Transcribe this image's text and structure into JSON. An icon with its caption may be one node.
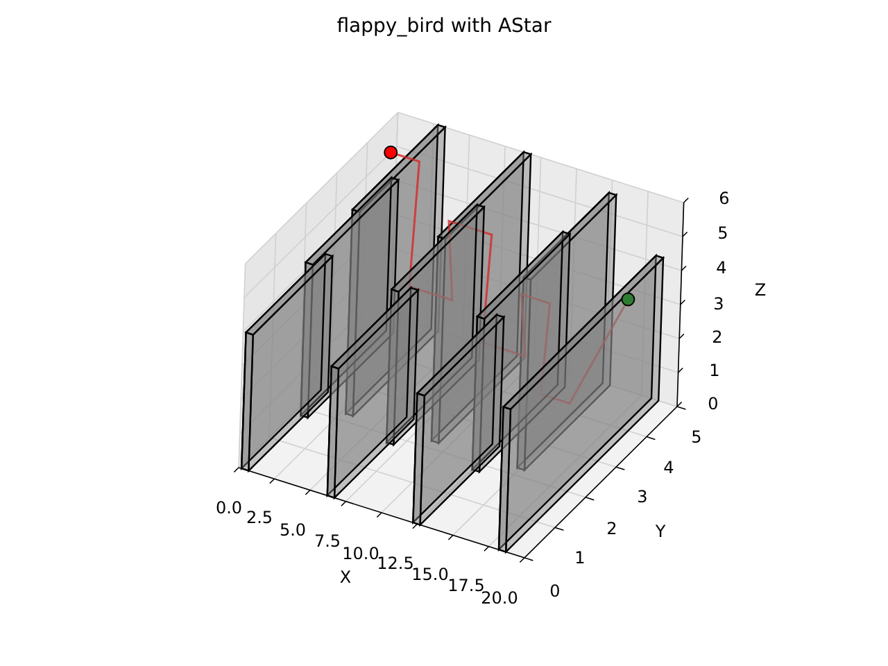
{
  "diagram": {
    "title": "flappy_bird with AStar",
    "labels": [
      "0.0",
      "2.5",
      "5.0",
      "7.5",
      "10.0",
      "12.5",
      "15.0",
      "17.5",
      "20.0",
      "X",
      "0",
      "1",
      "2",
      "3",
      "4",
      "5",
      "Y",
      "0",
      "1",
      "2",
      "3",
      "4",
      "5",
      "6",
      "Z"
    ]
  }
}
